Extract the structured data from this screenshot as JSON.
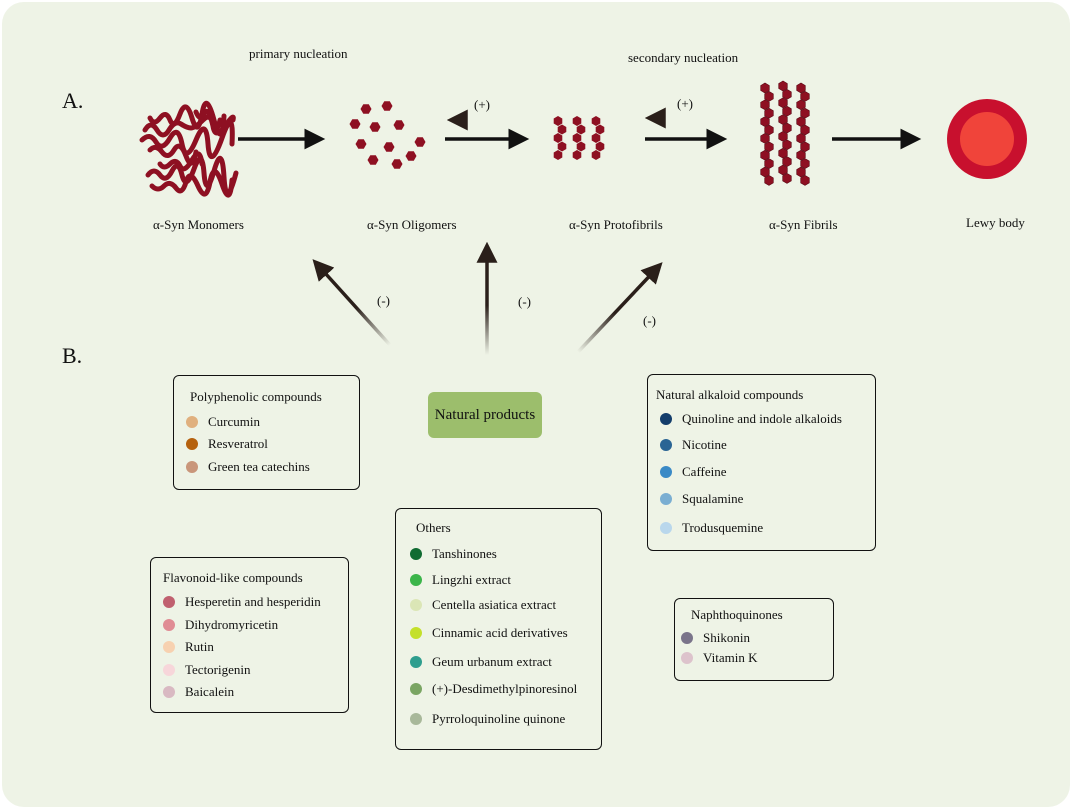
{
  "panels": {
    "a_label": "A.",
    "b_label": "B."
  },
  "nucleation": {
    "primary": "primary nucleation",
    "secondary": "secondary nucleation"
  },
  "stages": [
    {
      "label": "α-Syn Monomers"
    },
    {
      "label": "α-Syn Oligomers"
    },
    {
      "label": "α-Syn Protofibrils"
    },
    {
      "label": "α-Syn Fibrils"
    },
    {
      "label": "Lewy body"
    }
  ],
  "signs": {
    "plus1": "(+)",
    "plus2": "(+)",
    "minus1": "(-)",
    "minus2": "(-)",
    "minus3": "(-)"
  },
  "center": {
    "label": "Natural products"
  },
  "colors": {
    "background": "#eef3e6",
    "protein": "#8e1022",
    "lewy_outer": "#c8102e",
    "lewy_inner": "#f0443a",
    "center_box": "#9cbe6c"
  },
  "groups": {
    "polyphenolic": {
      "title": "Polyphenolic compounds",
      "items": [
        {
          "label": "Curcumin",
          "color": "#e0b07e"
        },
        {
          "label": "Resveratrol",
          "color": "#b5610e"
        },
        {
          "label": "Green tea catechins",
          "color": "#c9967a"
        }
      ]
    },
    "flavonoid": {
      "title": "Flavonoid-like compounds",
      "items": [
        {
          "label": "Hesperetin and hesperidin",
          "color": "#c0606f"
        },
        {
          "label": "Dihydromyricetin",
          "color": "#e08c94"
        },
        {
          "label": "Rutin",
          "color": "#f7d1b0"
        },
        {
          "label": "Tectorigenin",
          "color": "#f7d6da"
        },
        {
          "label": "Baicalein",
          "color": "#d9b9c2"
        }
      ]
    },
    "others": {
      "title": "Others",
      "items": [
        {
          "label": "Tanshinones",
          "color": "#106b32"
        },
        {
          "label": "Lingzhi extract",
          "color": "#3bb54a"
        },
        {
          "label": "Centella asiatica extract",
          "color": "#dbe6b6"
        },
        {
          "label": "Cinnamic acid derivatives",
          "color": "#c4e02a"
        },
        {
          "label": "Geum urbanum extract",
          "color": "#2e9e8e"
        },
        {
          "label": "(+)-Desdimethylpinoresinol",
          "color": "#7aa563"
        },
        {
          "label": "Pyrroloquinoline quinone",
          "color": "#a8b89a"
        }
      ]
    },
    "alkaloid": {
      "title": "Natural alkaloid compounds",
      "items": [
        {
          "label": "Quinoline and indole alkaloids",
          "color": "#133d6b"
        },
        {
          "label": "Nicotine",
          "color": "#2a6494"
        },
        {
          "label": "Caffeine",
          "color": "#3a8ac6"
        },
        {
          "label": "Squalamine",
          "color": "#7aaed2"
        },
        {
          "label": "Trodusquemine",
          "color": "#b9d7ec"
        }
      ]
    },
    "naphtho": {
      "title": "Naphthoquinones",
      "items": [
        {
          "label": "Shikonin",
          "color": "#7a748a"
        },
        {
          "label": "Vitamin K",
          "color": "#ddc3cc"
        }
      ]
    }
  }
}
